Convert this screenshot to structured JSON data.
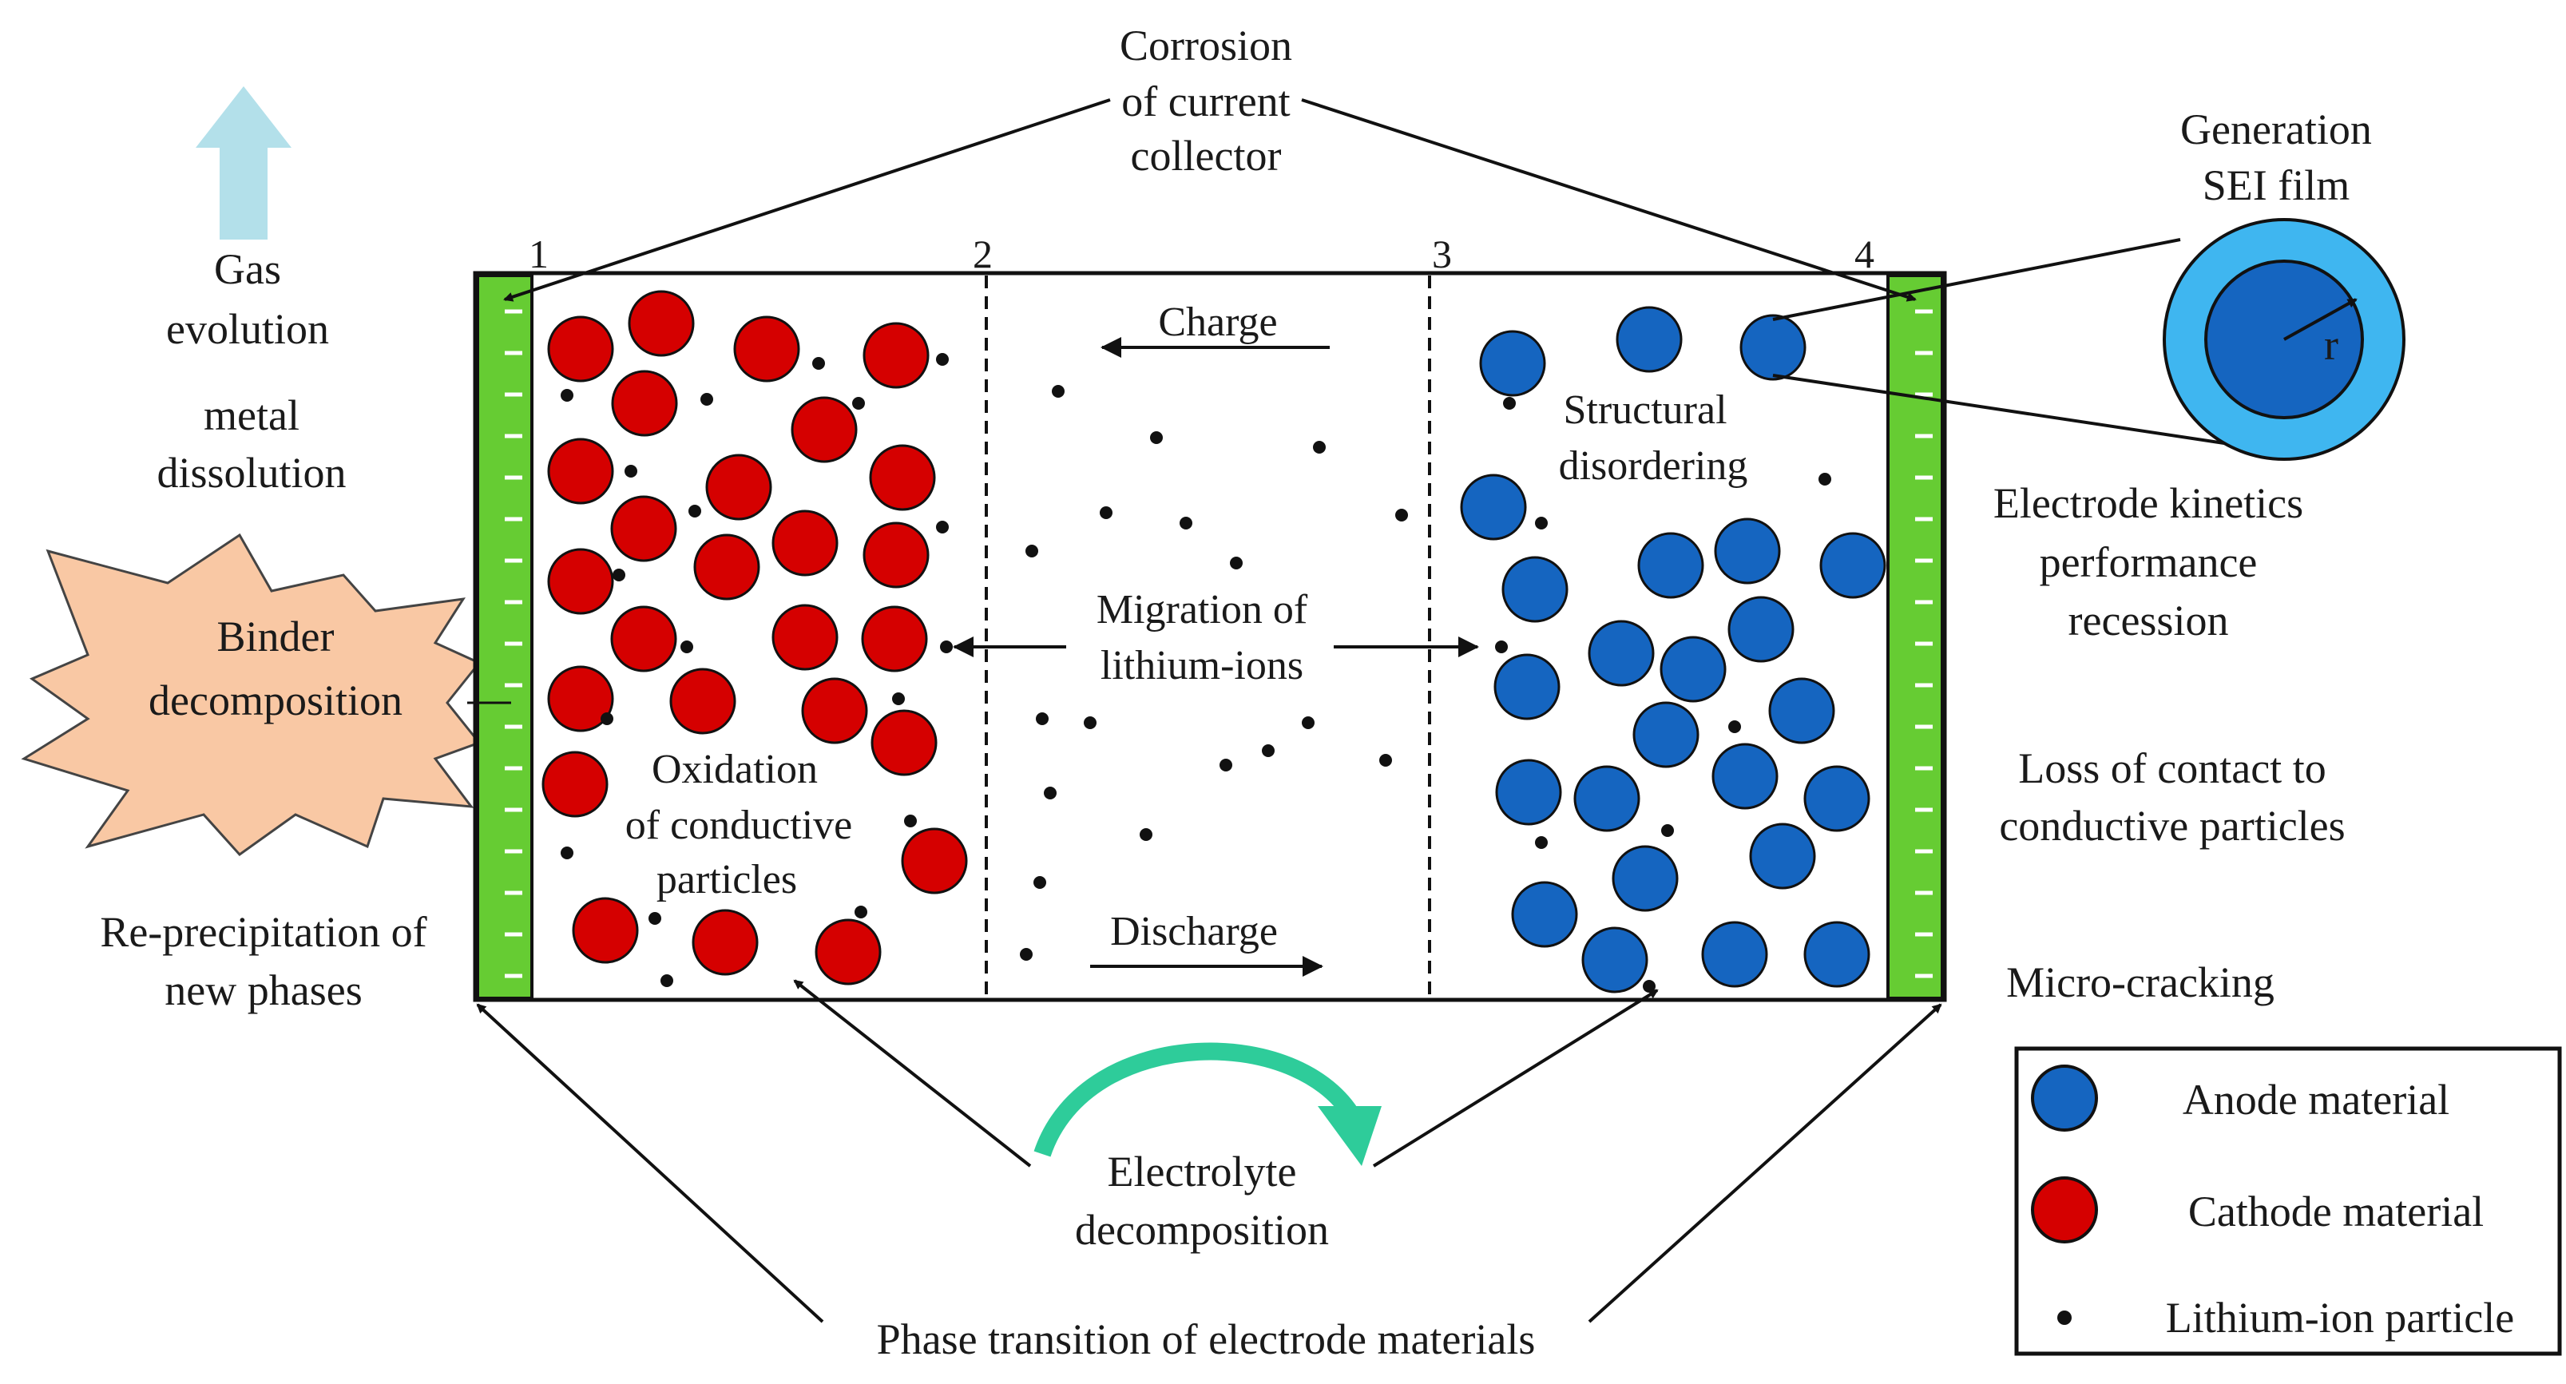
{
  "top_label": [
    "Corrosion",
    "of current",
    "collector"
  ],
  "sei_label": [
    "Generation",
    "SEI film"
  ],
  "sei_radius_label": "r",
  "region_numbers": [
    "1",
    "2",
    "3",
    "4"
  ],
  "left_labels": {
    "gas": [
      "Gas",
      "evolution"
    ],
    "metal": [
      "metal",
      "dissolution"
    ],
    "binder": [
      "Binder",
      "decomposition"
    ],
    "reprecip": [
      "Re-precipitation of",
      "new phases"
    ]
  },
  "right_labels": {
    "kinetics": [
      "Electrode kinetics",
      "performance",
      "recession"
    ],
    "contact": [
      "Loss of contact to",
      "conductive particles"
    ],
    "cracking": "Micro-cracking"
  },
  "inner_labels": {
    "charge": "Charge",
    "discharge": "Discharge",
    "migration": [
      "Migration of",
      "lithium-ions"
    ],
    "oxidation": [
      "Oxidation",
      "of conductive",
      "particles"
    ],
    "structural": [
      "Structural",
      "disordering"
    ]
  },
  "electrolyte_label": [
    "Electrolyte",
    "decomposition"
  ],
  "bottom_label": "Phase transition of electrode materials",
  "legend": [
    {
      "marker": "anode",
      "label": "Anode material"
    },
    {
      "marker": "cathode",
      "label": "Cathode material"
    },
    {
      "marker": "ion",
      "label": "Lithium-ion particle"
    }
  ],
  "colors": {
    "anode": "#1565c0",
    "cathode": "#d50000",
    "collector": "#66cc33",
    "gas_arrow": "#b3e0ea",
    "binder_burst": "#f9c8a4",
    "electrolyte_arrow": "#2ecc9a",
    "sei_outer": "#3fb6f0"
  }
}
